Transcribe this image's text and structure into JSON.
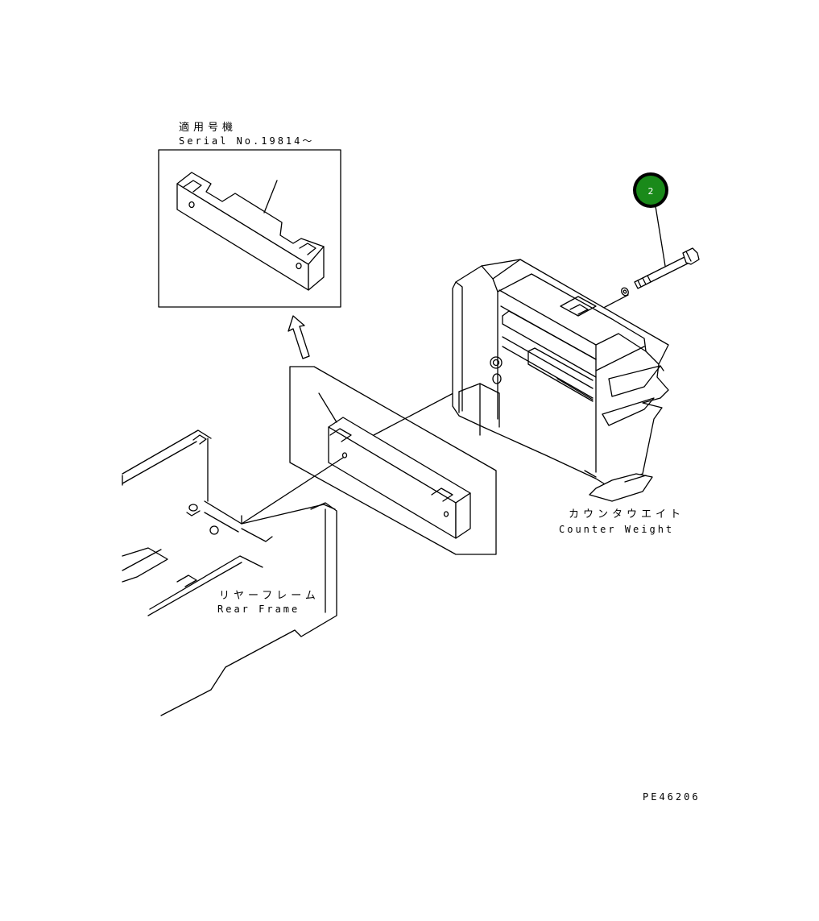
{
  "inset": {
    "label_jp": "適用号機",
    "label_en": "Serial No.19814～"
  },
  "callout": {
    "number": "2",
    "color": "#1a8a1a",
    "ring_color": "#000000"
  },
  "counterweight": {
    "label_jp": "カウンタウエイト",
    "label_en": "Counter Weight"
  },
  "rear_frame": {
    "label_jp": "リヤーフレーム",
    "label_en": "Rear Frame"
  },
  "drawing_code": "PE46206"
}
